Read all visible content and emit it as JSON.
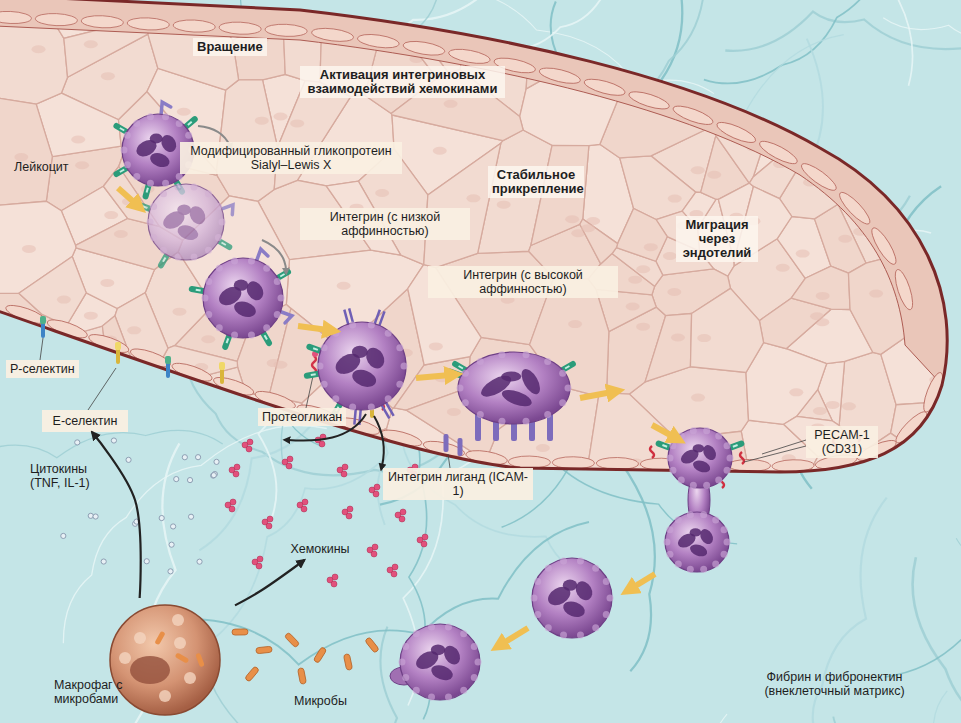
{
  "diagram": {
    "nodes": [
      {
        "text": [
          "E-селектин"
        ]
      },
      {
        "text": [
          "Хемокины"
        ]
      },
      {
        "text": [
          "Макрофаг с микробами"
        ]
      }
    ],
    "edges": [
      {
        "from": 2,
        "to": 0,
        "arrow": "to",
        "label": "Цитокины (TNF, IL-1)"
      },
      {
        "from": 2,
        "to": 1,
        "arrow": "to"
      }
    ],
    "labels": [
      "Вращение",
      "Активация интегриновых взаимодействий хемокинами",
      "Модифицированный гликопротеин Sialyl–Lewis X",
      "Лейкоцит",
      "Стабильное прикрепление",
      "Интегрин (с низкой аффинностью)",
      "Миграция через эндотелий",
      "Интегрин (с высокой аффинностью)",
      "P-селектин",
      "Протеогликан",
      "PECAM-1 (CD31)",
      "Интегрин лиганд (ICAM-1)",
      "Микробы",
      "Фибрин и фибронектин (внеклеточный матрикс)"
    ]
  }
}
